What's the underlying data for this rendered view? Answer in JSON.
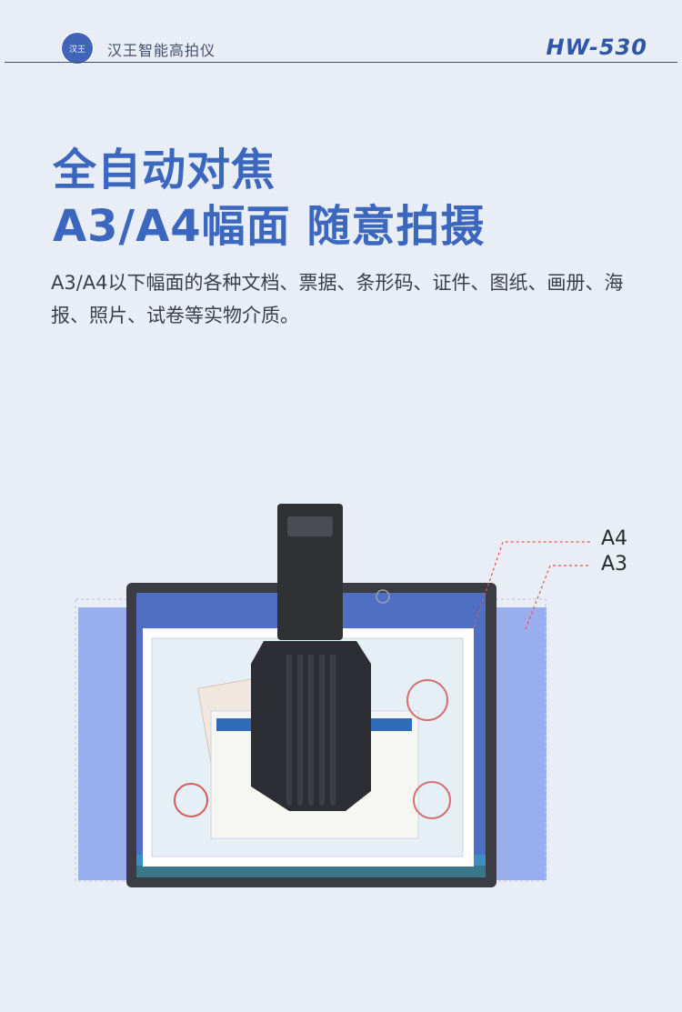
{
  "header": {
    "logo_text": "汉王",
    "brand": "汉王智能高拍仪",
    "model": "HW-530"
  },
  "title": {
    "line1": "全自动对焦",
    "line2": "A3/A4幅面 随意拍摄"
  },
  "description": "A3/A4以下幅面的各种文档、票据、条形码、证件、图纸、画册、海报、照片、试卷等实物介质。",
  "labels": {
    "a4": "A4",
    "a3": "A3"
  },
  "colors": {
    "title": "#3b67bf",
    "a3_area": "#8fa6ee",
    "device_body": "#3b3d42",
    "background": "#e9edf5"
  }
}
